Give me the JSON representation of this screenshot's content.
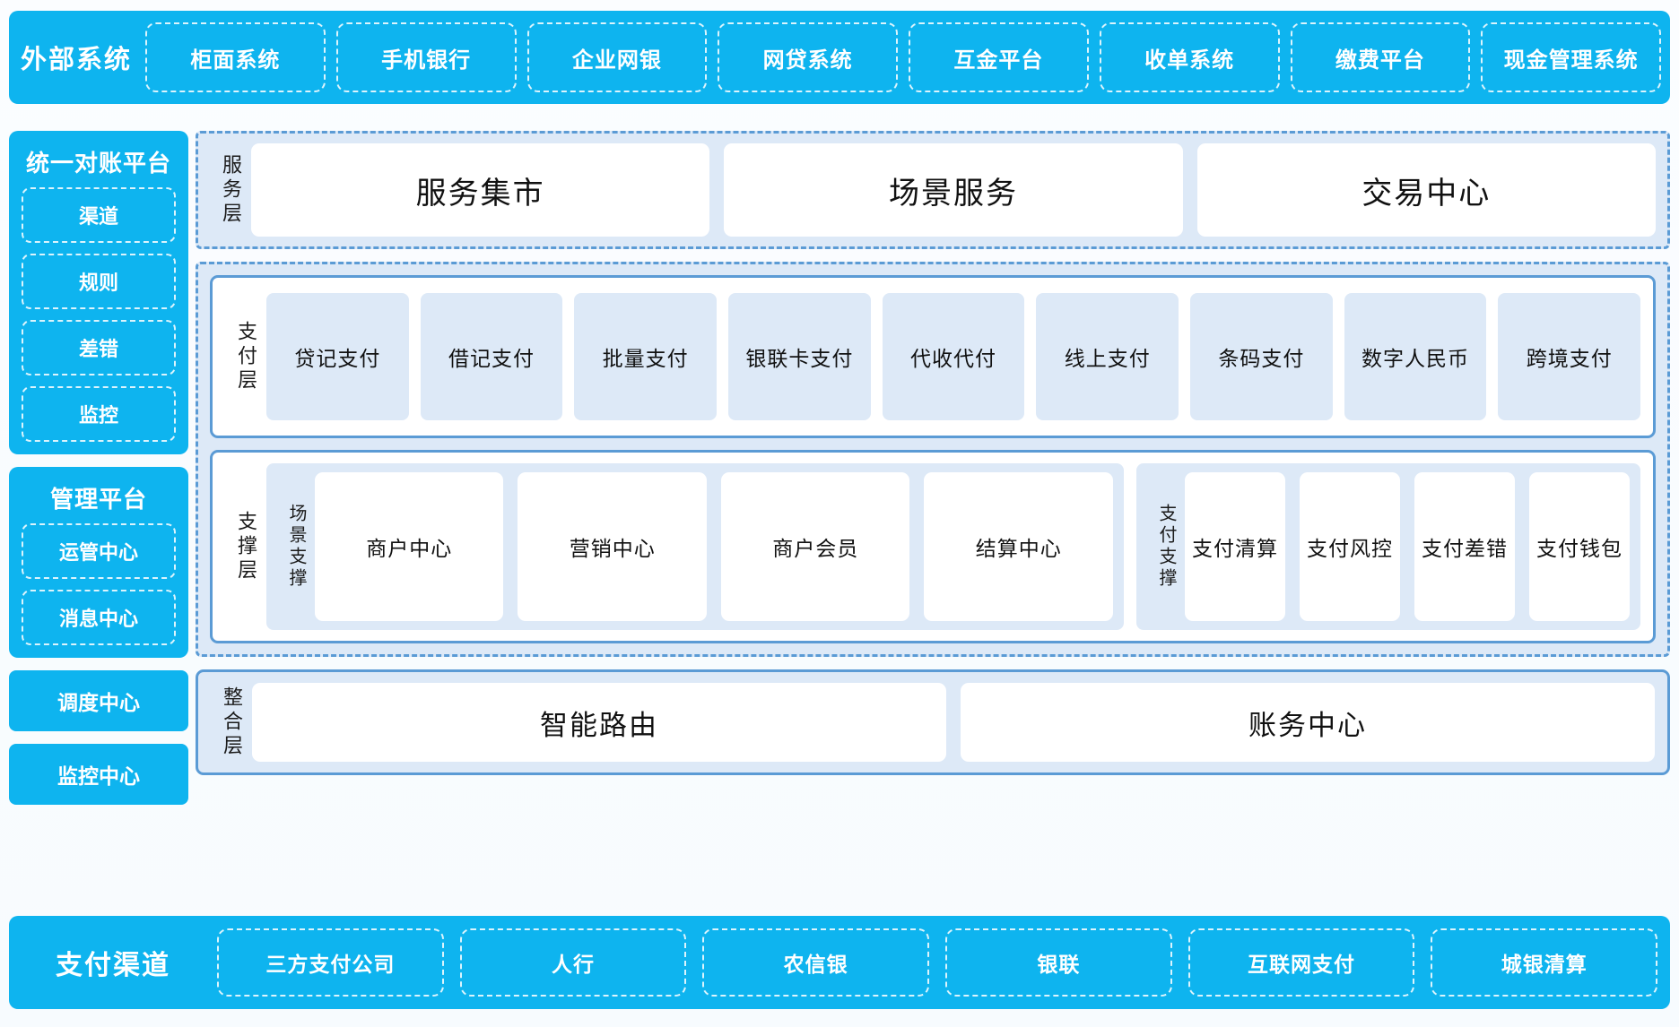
{
  "external": {
    "title": "外部系统",
    "items": [
      "柜面系统",
      "手机银行",
      "企业网银",
      "网贷系统",
      "互金平台",
      "收单系统",
      "缴费平台",
      "现金管理系统"
    ]
  },
  "left": {
    "recon_platform": {
      "title": "统一对账平台",
      "items": [
        "渠道",
        "规则",
        "差错",
        "监控"
      ]
    },
    "mgmt_platform": {
      "title": "管理平台",
      "items": [
        "运管中心",
        "消息中心"
      ]
    },
    "standalone": [
      "调度中心",
      "监控中心"
    ]
  },
  "service_layer": {
    "label": "服务层",
    "cards": [
      "服务集市",
      "场景服务",
      "交易中心"
    ]
  },
  "payment_layer": {
    "label": "支付层",
    "cards": [
      "贷记支付",
      "借记支付",
      "批量支付",
      "银联卡支付",
      "代收代付",
      "线上支付",
      "条码支付",
      "数字人民币",
      "跨境支付"
    ]
  },
  "support_layer": {
    "label": "支撑层",
    "groups": [
      {
        "label": "场景支撑",
        "cards": [
          "商户中心",
          "营销中心",
          "商户会员",
          "结算中心"
        ]
      },
      {
        "label": "支付支撑",
        "cards": [
          "支付清算",
          "支付风控",
          "支付差错",
          "支付钱包"
        ]
      }
    ]
  },
  "integration_layer": {
    "label": "整合层",
    "cards": [
      "智能路由",
      "账务中心"
    ]
  },
  "channels": {
    "title": "支付渠道",
    "items": [
      "三方支付公司",
      "人行",
      "农信银",
      "银联",
      "互联网支付",
      "城银清算"
    ]
  },
  "colors": {
    "cyan": "#0eb4ef",
    "border_blue": "#5b9bd5",
    "card_fill": "#dde9f7",
    "white": "#ffffff"
  }
}
